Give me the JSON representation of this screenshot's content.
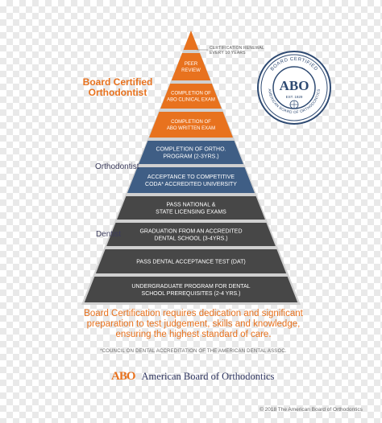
{
  "pyramid": {
    "levels": [
      {
        "lines": [
          "PEER",
          "REVIEW"
        ],
        "color": "#e8721e"
      },
      {
        "lines": [
          "COMPLETION OF",
          "ABO CLINICAL EXAM"
        ],
        "color": "#e8721e"
      },
      {
        "lines": [
          "COMPLETION OF",
          "ABO WRITTEN EXAM"
        ],
        "color": "#e8721e"
      },
      {
        "lines": [
          "COMPLETION OF ORTHO.",
          "PROGRAM (2-3YRS.)"
        ],
        "color": "#3f5e85"
      },
      {
        "lines": [
          "ACCEPTANCE TO COMPETITIVE",
          "CODA* ACCREDITED UNIVERSITY"
        ],
        "color": "#3f5e85"
      },
      {
        "lines": [
          "PASS NATIONAL &",
          "STATE LICENSING EXAMS"
        ],
        "color": "#474747"
      },
      {
        "lines": [
          "GRADUATION FROM AN ACCREDITED",
          "DENTAL SCHOOL (3-4YRS.)"
        ],
        "color": "#474747"
      },
      {
        "lines": [
          "PASS DENTAL ACCEPTANCE TEST (DAT)"
        ],
        "color": "#474747"
      },
      {
        "lines": [
          "UNDERGRADUATE PROGRAM FOR DENTAL",
          "SCHOOL PREREQUISITES (2-4 YRS.)"
        ],
        "color": "#474747"
      }
    ],
    "renewal_note": "CERTIFICATION RENEWAL EVERY 10 YEARS"
  },
  "labels": {
    "board_certified": "Board Certified Orthodontist",
    "orthodontist": "Orthodontist",
    "dentist": "Dentist"
  },
  "seal": {
    "top_text": "BOARD CERTIFIED",
    "ring_text": "AMERICAN BOARD OF ORTHODONTICS",
    "monogram": "ABO",
    "established": "EST. 1929"
  },
  "tagline": "Board Certification requires dedication and significant preparation to test judgement, skills and knowledge, ensuring the highest standard of care.",
  "footnote": "*COUNCIL ON DENTAL ACCREDITATION OF THE AMERICAN DENTAL ASSOC.",
  "footer": {
    "logo": "ABO",
    "name": "American Board of Orthodontics"
  },
  "copyright": "© 2018 The American Board of Orthodontics",
  "colors": {
    "orange": "#e8721e",
    "blue": "#3f5e85",
    "gray": "#474747",
    "navy": "#2e3560"
  }
}
